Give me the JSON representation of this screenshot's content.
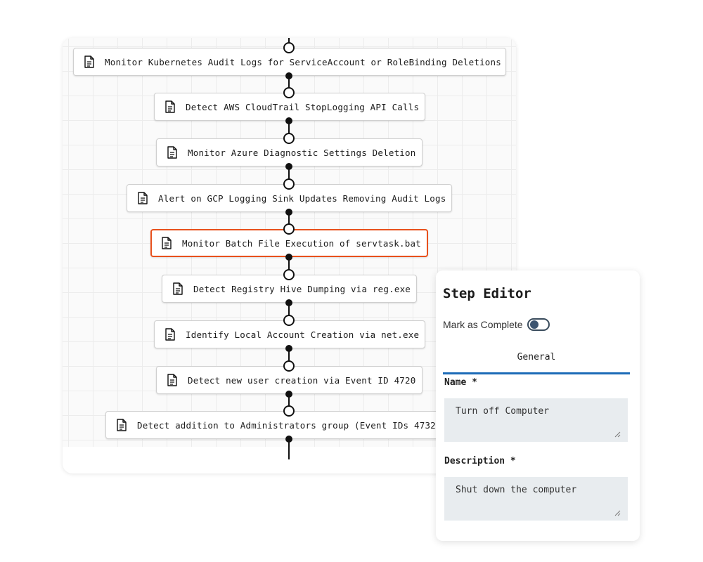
{
  "flow": {
    "nodes": [
      {
        "label": "Monitor Kubernetes Audit Logs for ServiceAccount or RoleBinding Deletions",
        "icon": "document-icon"
      },
      {
        "label": "Detect AWS CloudTrail StopLogging API Calls",
        "icon": "document-icon"
      },
      {
        "label": "Monitor Azure Diagnostic Settings Deletion",
        "icon": "document-icon"
      },
      {
        "label": "Alert on GCP Logging Sink Updates Removing Audit Logs",
        "icon": "document-icon"
      },
      {
        "label": "Monitor Batch File Execution of servtask.bat",
        "icon": "document-icon",
        "selected": true
      },
      {
        "label": "Detect Registry Hive Dumping via reg.exe",
        "icon": "document-icon"
      },
      {
        "label": "Identify Local Account Creation via net.exe",
        "icon": "document-icon"
      },
      {
        "label": "Detect new user creation via Event ID 4720",
        "icon": "document-icon"
      },
      {
        "label": "Detect addition to Administrators group (Event IDs 4732,",
        "icon": "document-icon"
      }
    ]
  },
  "editor": {
    "title": "Step Editor",
    "mark_complete_label": "Mark as Complete",
    "mark_complete_value": false,
    "tab_general": "General",
    "name_label": "Name *",
    "name_value": "Turn off Computer",
    "description_label": "Description *",
    "description_value": "Shut down the computer"
  },
  "colors": {
    "selected_border": "#e8511d",
    "tab_underline": "#1c6bb7",
    "field_background": "#e8ecef",
    "toggle": "#3c5470"
  }
}
